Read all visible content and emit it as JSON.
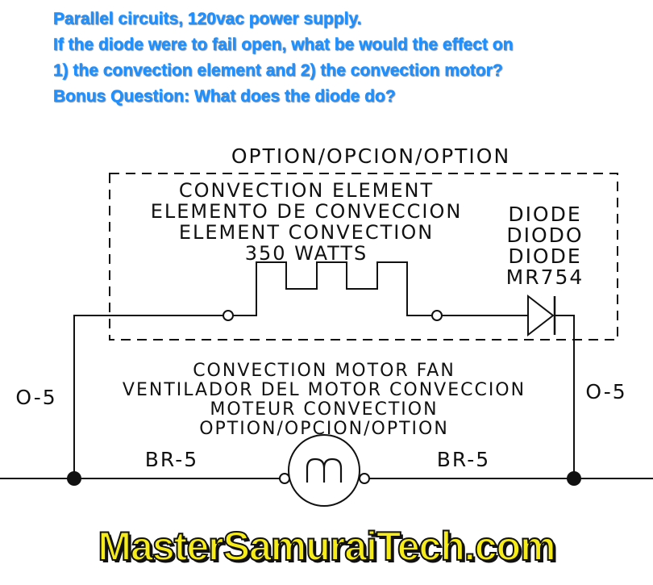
{
  "question": {
    "line1": "Parallel circuits, 120vac power supply.",
    "line2": "If the diode were to fail open, what be would the effect on",
    "line3": "1) the convection element and 2) the convection motor?",
    "line4": "Bonus Question: What does the diode do?"
  },
  "schematic": {
    "option_header": "OPTION/OPCION/OPTION",
    "element": {
      "line1": "CONVECTION ELEMENT",
      "line2": "ELEMENTO DE CONVECCION",
      "line3": "ELEMENT CONVECTION",
      "line4": "350 WATTS"
    },
    "diode": {
      "line1": "DIODE",
      "line2": "DIODO",
      "line3": "DIODE",
      "line4": "MR754"
    },
    "motor": {
      "line1": "CONVECTION MOTOR FAN",
      "line2": "VENTILADOR DEL MOTOR CONVECCION",
      "line3": "MOTEUR CONVECTION",
      "line4": "OPTION/OPCION/OPTION"
    },
    "wire_left": "O-5",
    "wire_right": "O-5",
    "wire_bottom_left": "BR-5",
    "wire_bottom_right": "BR-5"
  },
  "footer": {
    "site": "MasterSamuraiTech.com"
  },
  "colors": {
    "question_text": "#1e90ff",
    "footer_fill": "#f5ec1a",
    "ink": "#111111"
  }
}
